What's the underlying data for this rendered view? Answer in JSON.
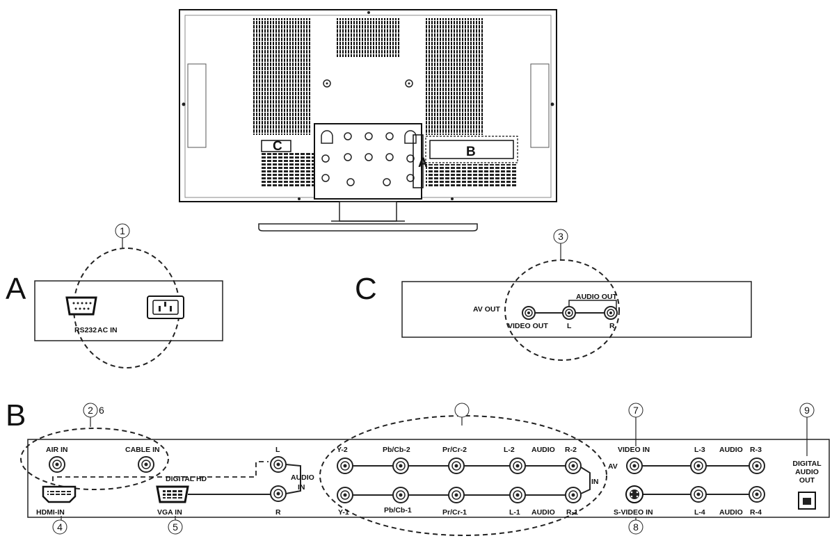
{
  "tv": {
    "region_a": "A",
    "region_b": "B",
    "region_c": "C"
  },
  "panel_a": {
    "letter": "A",
    "callout": "1",
    "rs232": "RS232",
    "ac_in": "AC IN"
  },
  "panel_c": {
    "letter": "C",
    "callout": "3",
    "av_out": "AV OUT",
    "audio_out": "AUDIO OUT",
    "video_out": "VIDEO OUT",
    "l": "L",
    "r": "R"
  },
  "panel_b": {
    "letter": "B",
    "callout_2": "2",
    "callout_6": "6",
    "callout_4": "4",
    "callout_5": "5",
    "callout_7": "7",
    "callout_8": "8",
    "callout_9": "9",
    "air_in": "AIR IN",
    "cable_in": "CABLE IN",
    "digital_hd": "DIGITAL HD",
    "hdmi_in": "HDMI-IN",
    "vga_in": "VGA IN",
    "audio_in_l": "L",
    "audio_in_r": "R",
    "audio": "AUDIO",
    "in": "IN",
    "y2": "Y-2",
    "pbcb2": "Pb/Cb-2",
    "prcr2": "Pr/Cr-2",
    "l2": "L-2",
    "audio2": "AUDIO",
    "r2": "R-2",
    "y1": "Y-1",
    "pbcb1": "Pb/Cb-1",
    "prcr1": "Pr/Cr-1",
    "l1": "L-1",
    "audio1": "AUDIO",
    "r1": "R-1",
    "comp_in": "IN",
    "video_in": "VIDEO IN",
    "av": "AV",
    "l3": "L-3",
    "audio3": "AUDIO",
    "r3": "R-3",
    "svideo_in": "S-VIDEO IN",
    "l4": "L-4",
    "audio4": "AUDIO",
    "r4": "R-4",
    "digital": "DIGITAL",
    "audio_word": "AUDIO",
    "out": "OUT"
  }
}
